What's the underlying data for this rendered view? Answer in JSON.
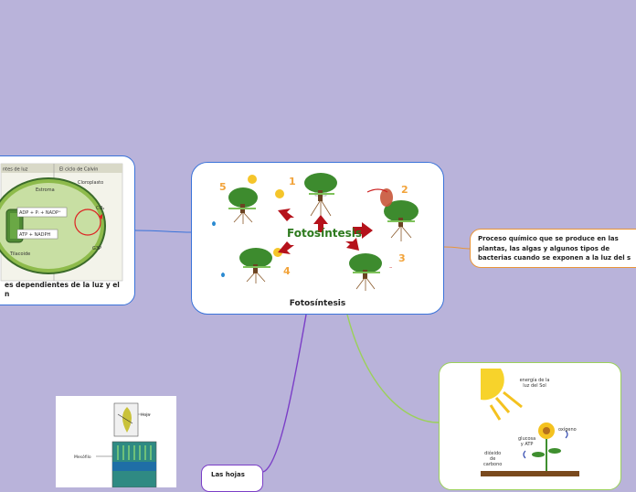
{
  "central": {
    "label": "Fotosíntesis",
    "banner": "Fotosíntesis",
    "stages": [
      "1",
      "2",
      "3",
      "4",
      "5"
    ]
  },
  "left_node": {
    "header_left": "ntes de luz",
    "header_right": "El ciclo de Calvin",
    "labels": {
      "cloroplasto": "Cloroplasto",
      "estroma": "Estroma",
      "co2": "CO₂",
      "adp": "ADP + Pᵢ + NADP⁺",
      "atp": "ATP + NADPH",
      "g3p": "G3P",
      "tilacoide": "Tilacoide"
    },
    "caption": "es dependientes de la luz y el\nn"
  },
  "definition_node": {
    "lines": [
      "Proceso químico que se produce en las",
      "plantas, las algas y algunos tipos de",
      "bacterias cuando se exponen a la luz del s"
    ]
  },
  "green_node": {
    "labels": {
      "energia": "energía de la\nluz del Sol",
      "oxigeno": "oxígeno",
      "glucosa": "glucosa\ny ATP",
      "dioxido": "dióxido\nde\ncarbono"
    }
  },
  "purple_node": {
    "label": "Las hojas"
  },
  "leaf_image": {
    "labels": {
      "hoja": "Hoja",
      "mesofilo": "Mesófilo"
    }
  },
  "colors": {
    "background": "#b9b3da",
    "central_border": "#3a73d9",
    "orange_branch": "#e8953a",
    "green_branch": "#9bd15a",
    "purple_branch": "#7b3ec7"
  }
}
